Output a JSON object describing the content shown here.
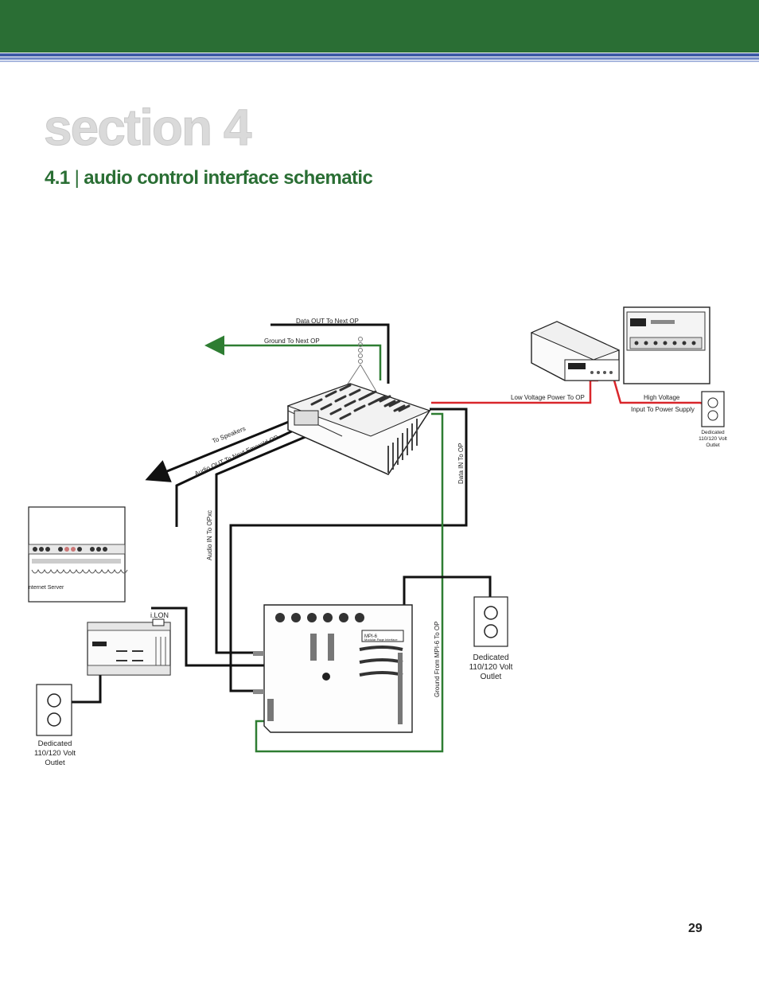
{
  "header": {
    "section_title": "section 4",
    "subsection_number": "4.1",
    "subsection_separator": "|",
    "subsection_title": "audio control interface schematic"
  },
  "colors": {
    "header_green": "#2a6e34",
    "header_blue": "#3e5aa6",
    "wire_green": "#2e7d32",
    "wire_red": "#d9262b",
    "wire_black": "#111111"
  },
  "diagram": {
    "labels": {
      "data_out": "Data OUT To Next OP",
      "ground_next": "Ground To Next OP",
      "to_speakers": "To Speakers",
      "audio_out": "Audio OUT To Next Emerald OP",
      "audio_in": "Audio IN To OPxc",
      "data_in": "Data IN To OP",
      "ground_from": "Ground From MPI-6 To OP",
      "low_voltage": "Low Voltage Power To OP",
      "high_voltage_1": "High Voltage",
      "high_voltage_2": "Input To Power Supply",
      "ilon": "i.LON",
      "internet_server": "nternet Server",
      "mpi_model": "MPI-6",
      "mpi_name": "Modular Page Interface"
    },
    "outlets": {
      "small_1": "Dedicated",
      "small_2": "110/120 Volt",
      "small_3": "Outlet",
      "mid_1": "Dedicated",
      "mid_2": "110/120 Volt",
      "mid_3": "Outlet",
      "left_1": "Dedicated",
      "left_2": "110/120 Volt",
      "left_3": "Outlet"
    }
  },
  "footer": {
    "page_number": "29"
  }
}
